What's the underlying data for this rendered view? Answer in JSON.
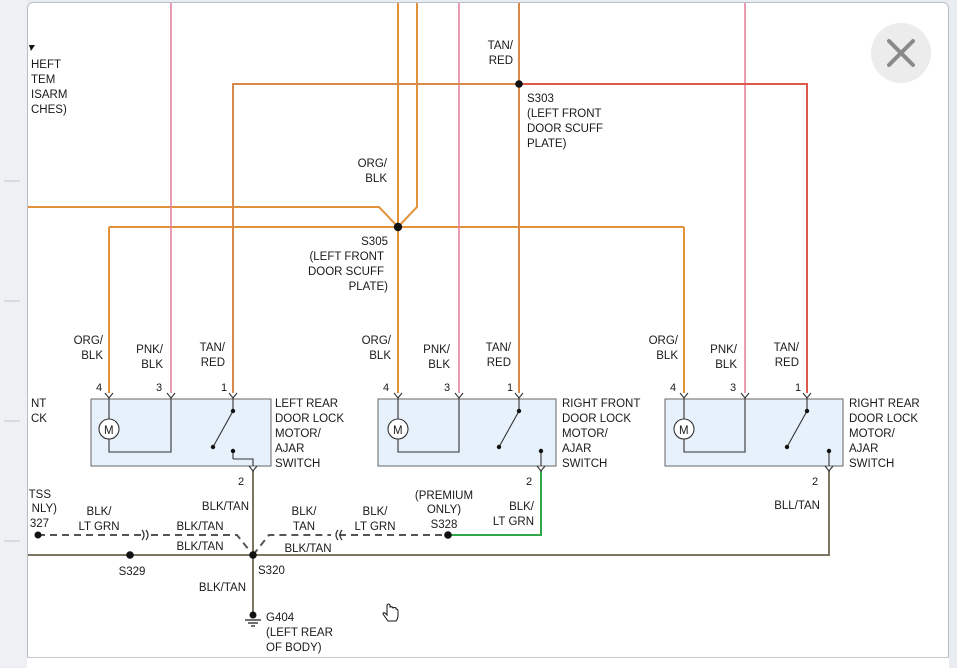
{
  "viewer": {
    "close_label": "Close"
  },
  "clipped": {
    "theft_lines": [
      "HEFT",
      "TEM",
      "ISARM",
      "CHES)"
    ],
    "edge_left": [
      "NT",
      "CK"
    ],
    "tss_lines": [
      "TSS",
      "NLY)",
      "327"
    ]
  },
  "wires": {
    "tan_red_top": [
      "TAN/",
      "RED"
    ],
    "org_blk_top": [
      "ORG/",
      "BLK"
    ],
    "blk_lt_grn_left": [
      "BLK/",
      "LT GRN"
    ],
    "blk_tan_a": "BLK/TAN",
    "blk_tan_b": "BLK/TAN",
    "blk_tan_c": "BLK/TAN",
    "blk_tan_d": "BLK/TAN",
    "blk_tan_e": "BLK/TAN",
    "blk_tan_2lines": [
      "BLK/",
      "TAN"
    ],
    "blk_lt_grn_mid": [
      "BLK/",
      "LT GRN"
    ],
    "blk_lt_grn_right": [
      "BLK/",
      "LT GRN"
    ],
    "bll_tan": "BLL/TAN"
  },
  "splices": {
    "s303": [
      "S303",
      "(LEFT FRONT",
      "DOOR SCUFF",
      "PLATE)"
    ],
    "s305": [
      "S305",
      "(LEFT FRONT",
      "DOOR SCUFF",
      "PLATE)"
    ],
    "s328": [
      "(PREMIUM",
      "ONLY)",
      "S328"
    ],
    "s329": "S329",
    "s320": "S320"
  },
  "ground": {
    "g404": [
      "G404",
      "(LEFT REAR",
      "OF BODY)"
    ]
  },
  "components": [
    {
      "name": [
        "LEFT REAR",
        "DOOR LOCK",
        "MOTOR/",
        "AJAR",
        "SWITCH"
      ],
      "wire4": [
        "ORG/",
        "BLK"
      ],
      "wire3": [
        "PNK/",
        "BLK"
      ],
      "wire1": [
        "TAN/",
        "RED"
      ],
      "pins": [
        "4",
        "3",
        "1",
        "2"
      ],
      "motor": "M"
    },
    {
      "name": [
        "RIGHT FRONT",
        "DOOR LOCK",
        "MOTOR/",
        "AJAR",
        "SWITCH"
      ],
      "wire4": [
        "ORG/",
        "BLK"
      ],
      "wire3": [
        "PNK/",
        "BLK"
      ],
      "wire1": [
        "TAN/",
        "RED"
      ],
      "pins": [
        "4",
        "3",
        "1",
        "2"
      ],
      "motor": "M"
    },
    {
      "name": [
        "RIGHT REAR",
        "DOOR LOCK",
        "MOTOR/",
        "AJAR",
        "SWITCH"
      ],
      "wire4": [
        "ORG/",
        "BLK"
      ],
      "wire3": [
        "PNK/",
        "BLK"
      ],
      "wire1": [
        "TAN/",
        "RED"
      ],
      "pins": [
        "4",
        "3",
        "1",
        "2"
      ],
      "motor": "M"
    }
  ],
  "colors": {
    "orange": "#e2913a",
    "pink": "#e8849d",
    "tan_red": "#d8703a",
    "red": "#d9534f",
    "black_tan": "#7d7563",
    "dashed": "#555555",
    "green": "#2ea84a",
    "component_fill": "#e6f1fb"
  }
}
